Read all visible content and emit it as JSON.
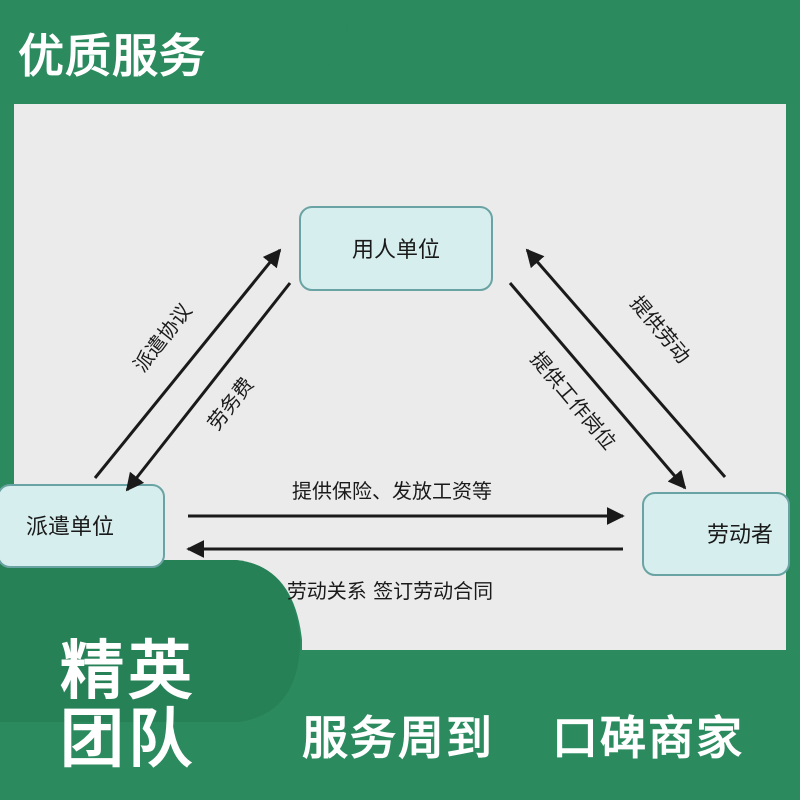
{
  "banner": {
    "title": "优质服务"
  },
  "team": {
    "line1": "精英",
    "line2": "团队"
  },
  "taglines": {
    "left": "服务周到",
    "right": "口碑商家"
  },
  "diagram": {
    "nodes": {
      "employer": "用人单位",
      "dispatcher": "派遣单位",
      "worker": "劳动者"
    },
    "edge_labels": {
      "dispatch_agreement": "派遣协议",
      "service_fee": "劳务费",
      "provide_labor": "提供劳动",
      "provide_post": "提供工作岗位",
      "insurance_wages": "提供保险、发放工资等",
      "labor_contract": "劳动关系 签订劳动合同"
    }
  },
  "colors": {
    "accent": "#2b8a5e",
    "panel": "#ebebeb",
    "node_fill": "#d7eeee",
    "node_stroke": "#6aa3a3",
    "ink": "#1a1a1a"
  }
}
